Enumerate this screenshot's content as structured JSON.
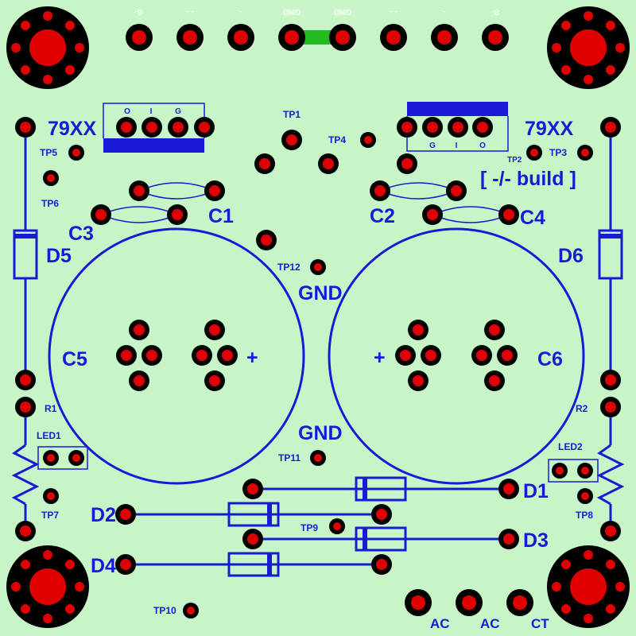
{
  "labels": {
    "top_pins": [
      "B-",
      "- -",
      "-",
      "GND",
      "GND",
      "- -",
      "-",
      "B-"
    ],
    "reg_left": "79XX",
    "reg_right": "79XX",
    "reg_left_pins": [
      "O",
      "I",
      "G"
    ],
    "reg_right_pins": [
      "G",
      "I",
      "O"
    ],
    "build": "[ -/- build ]",
    "c1": "C1",
    "c2": "C2",
    "c3": "C3",
    "c4": "C4",
    "c5": "C5",
    "c6": "C6",
    "d1": "D1",
    "d2": "D2",
    "d3": "D3",
    "d4": "D4",
    "d5": "D5",
    "d6": "D6",
    "gnd_top": "GND",
    "gnd_bottom": "GND",
    "plus_left": "+",
    "plus_right": "+",
    "r1": "R1",
    "r2": "R2",
    "led1": "LED1",
    "led2": "LED2",
    "tp1": "TP1",
    "tp2": "TP2",
    "tp3": "TP3",
    "tp4": "TP4",
    "tp5": "TP5",
    "tp6": "TP6",
    "tp7": "TP7",
    "tp8": "TP8",
    "tp9": "TP9",
    "tp10": "TP10",
    "tp11": "TP11",
    "tp12": "TP12",
    "ac1": "AC",
    "ac2": "AC",
    "ct": "CT"
  },
  "colors": {
    "board": "#c8f5c8",
    "copper": "#1a1ad6",
    "pad_ring": "#000000",
    "pad_fill": "#e00000",
    "jumper": "#22bb22"
  }
}
